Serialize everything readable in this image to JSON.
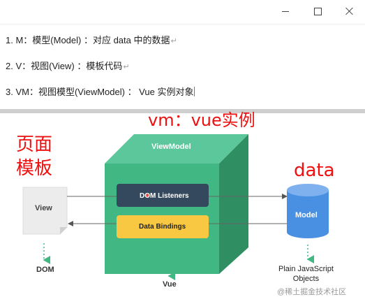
{
  "window": {
    "minimize_icon": "minimize-icon",
    "maximize_icon": "maximize-icon",
    "close_icon": "close-icon"
  },
  "document": {
    "lines": [
      {
        "text": "1. M：模型(Model) ：对应 data 中的数据",
        "mark": "↵"
      },
      {
        "text": "2. V：视图(View) ：模板代码",
        "mark": "↵"
      },
      {
        "text": "3. VM：视图模型(ViewModel) ：  Vue 实例对象",
        "mark": ""
      }
    ]
  },
  "annotations": {
    "vm_title": "vm：vue实例",
    "page_template_line1": "页面",
    "page_template_line2": "模板",
    "data_label": "data"
  },
  "diagram": {
    "view": "View",
    "dom": "DOM",
    "viewmodel": "ViewModel",
    "dom_listeners": "DOM Listeners",
    "data_bindings": "Data Bindings",
    "vue": "Vue",
    "model": "Model",
    "plain_js_line1": "Plain JavaScript",
    "plain_js_line2": "Objects"
  },
  "colors": {
    "cube_front": "#41b883",
    "cube_top": "#5cc79a",
    "cube_side": "#2f8f63",
    "listeners": "#35495e",
    "bindings": "#f9c842",
    "model": "#4a90e2",
    "annotation_red": "#ee1010"
  },
  "watermark": "@稀土掘金技术社区"
}
